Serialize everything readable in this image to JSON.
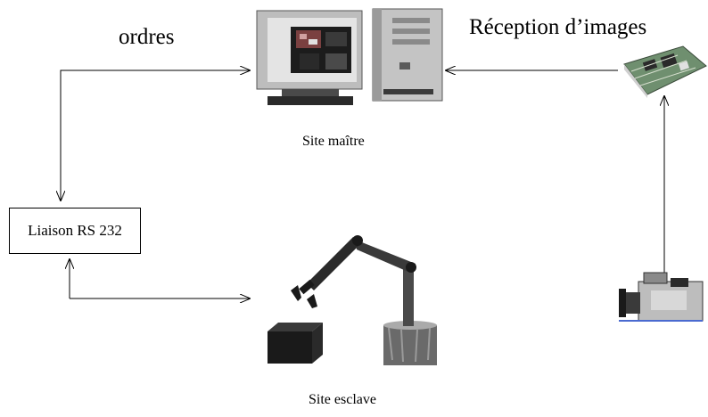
{
  "diagram": {
    "labels": {
      "orders": "ordres",
      "image_reception": "Réception d’images",
      "master_site": "Site maître",
      "rs232_link": "Liaison RS 232",
      "slave_site": "Site esclave"
    },
    "nodes": [
      {
        "id": "master_site",
        "icon": "computer-icon"
      },
      {
        "id": "capture_card",
        "icon": "video-capture-card-icon"
      },
      {
        "id": "rs232_link",
        "icon": "box"
      },
      {
        "id": "slave_site",
        "icon": "robot-arm-icon"
      },
      {
        "id": "camera",
        "icon": "video-camera-icon"
      }
    ],
    "edges": [
      {
        "from": "rs232_link",
        "to": "master_site",
        "bidirectional": true
      },
      {
        "from": "capture_card",
        "to": "master_site"
      },
      {
        "from": "camera",
        "to": "capture_card"
      },
      {
        "from": "rs232_link",
        "to": "slave_site",
        "bidirectional": true
      }
    ],
    "colors": {
      "line": "#000000",
      "monitor_gray": "#b8b8b8",
      "dark": "#202020",
      "card_green": "#6f8f6f"
    }
  }
}
